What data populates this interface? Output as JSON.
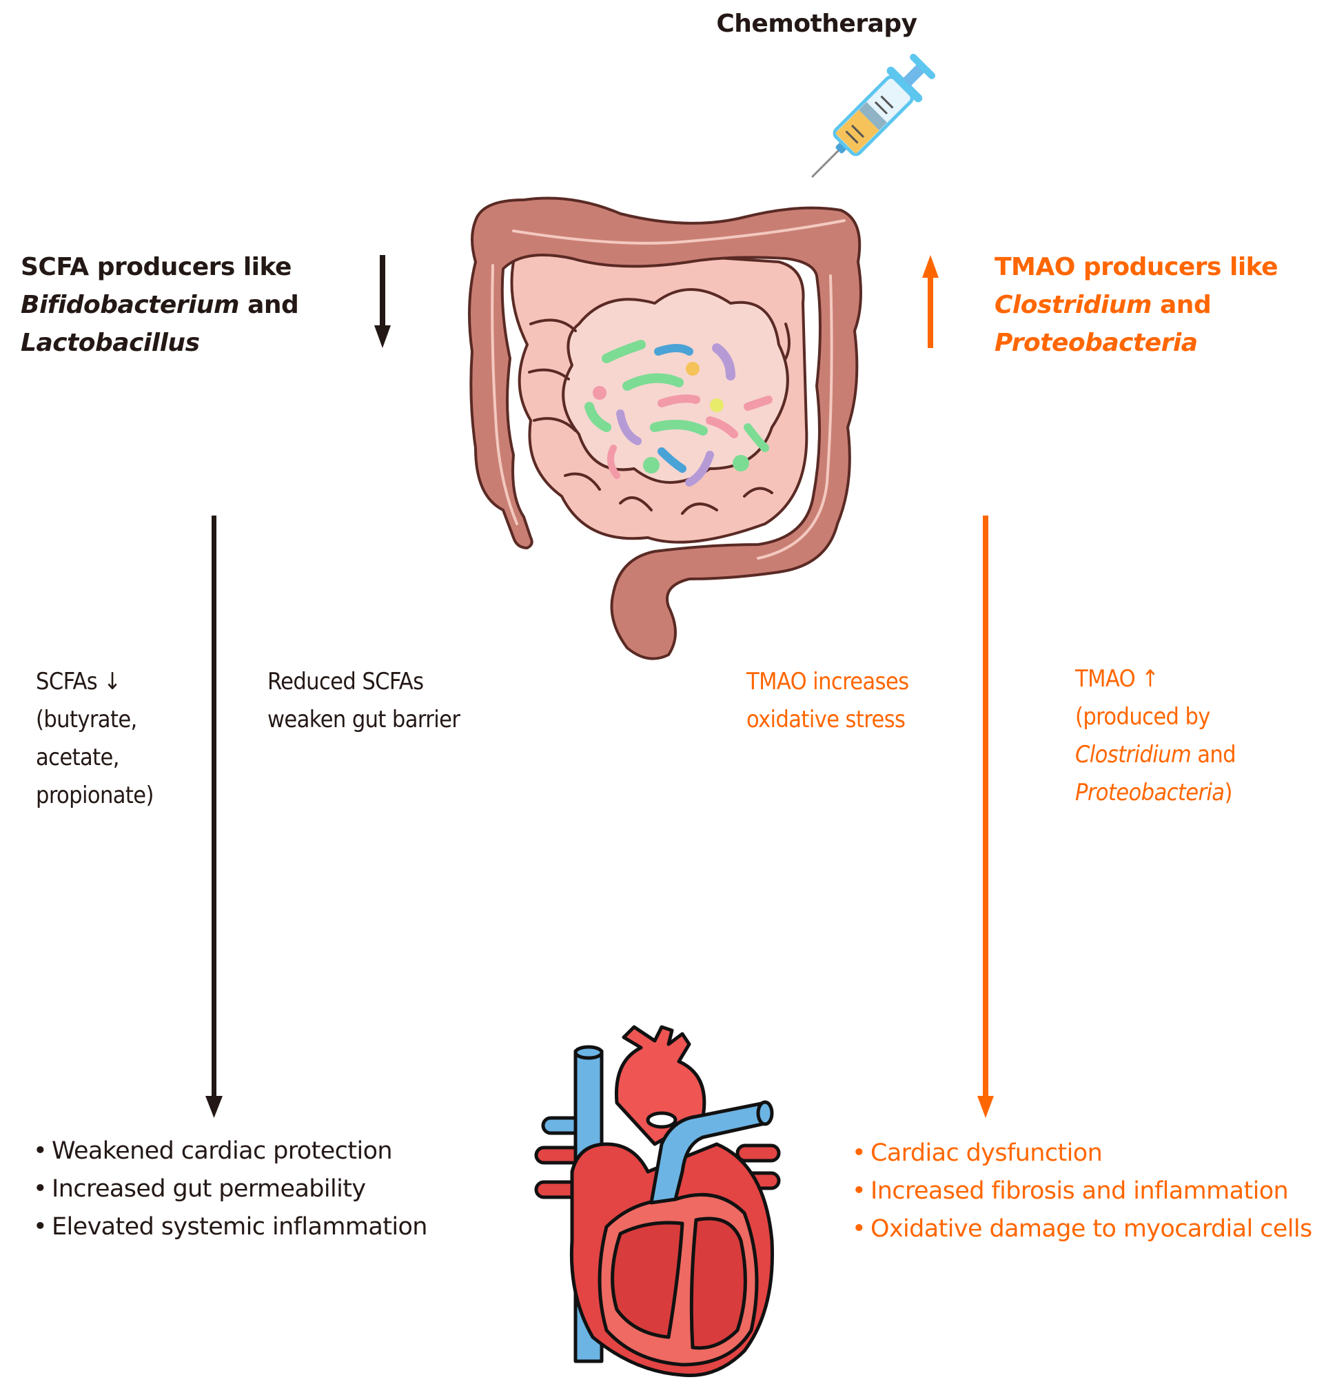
{
  "title": "Chemotherapy",
  "left_heading": {
    "line1": "SCFA producers like",
    "genus1": "Bifidobacterium",
    "conj": " and",
    "genus2": "Lactobacillus"
  },
  "right_heading": {
    "line1": "TMAO producers like",
    "genus1": "Clostridium",
    "conj": " and",
    "genus2": "Proteobacteria"
  },
  "left_pathway": {
    "scfa_lines": [
      "SCFAs ↓",
      "(butyrate,",
      "acetate,",
      "propionate)"
    ],
    "effect_lines": [
      "Reduced SCFAs",
      "weaken gut barrier"
    ],
    "outcomes": [
      "Weakened cardiac protection",
      "Increased gut permeability",
      "Elevated systemic inflammation"
    ]
  },
  "right_pathway": {
    "effect_lines": [
      "TMAO increases",
      "oxidative stress"
    ],
    "tmao_line1": "TMAO ↑",
    "tmao_line2": "(produced by",
    "tmao_genus1": "Clostridium",
    "tmao_conj": " and",
    "tmao_genus2": "Proteobacteria",
    "tmao_close": ")",
    "outcomes": [
      "Cardiac dysfunction",
      "Increased fibrosis and inflammation",
      "Oxidative damage to myocardial cells"
    ]
  },
  "icons": {
    "syringe": "syringe-icon",
    "intestine": "intestine-illustration",
    "heart": "heart-illustration",
    "arrows": [
      "scfa-decrease-arrow",
      "tmao-increase-arrow",
      "scfa-pathway-arrow",
      "tmao-pathway-arrow"
    ]
  },
  "colors": {
    "dark": "#231815",
    "orange": "#FF6600",
    "colon": "#C97E74",
    "small_intestine": "#F6C3BA",
    "artery_red": "#E34444",
    "vein_blue": "#6CB4E4"
  }
}
